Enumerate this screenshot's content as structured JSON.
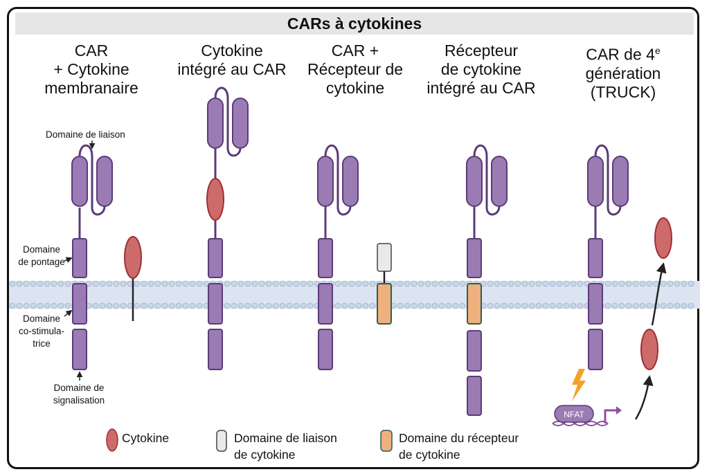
{
  "title": "CARs à cytokines",
  "columns": [
    {
      "line1": "CAR",
      "line2": "+ Cytokine",
      "line3": "membranaire"
    },
    {
      "line1": "Cytokine",
      "line2": "intégré au CAR",
      "line3": ""
    },
    {
      "line1": "CAR +",
      "line2": "Récepteur de",
      "line3": "cytokine"
    },
    {
      "line1": "Récepteur",
      "line2": "de cytokine",
      "line3": "intégré au CAR"
    },
    {
      "line1": "CAR de 4",
      "sup": "e",
      "line2": "génération",
      "line3": "(TRUCK)"
    }
  ],
  "annotations": {
    "binding_domain": "Domaine de liaison",
    "hinge_1": "Domaine",
    "hinge_2": "de pontage",
    "costim_1": "Domaine",
    "costim_2": "co-stimula-",
    "costim_3": "trice",
    "signal_1": "Domaine de",
    "signal_2": "signalisation",
    "nfat": "NFAT"
  },
  "legend": {
    "cytokine": "Cytokine",
    "binding_1": "Domaine de liaison",
    "binding_2": "de cytokine",
    "receptor_1": "Domaine du récepteur",
    "receptor_2": "de cytokine"
  },
  "colors": {
    "car_purple": "#9b7bb3",
    "car_outline": "#5b3a78",
    "cytokine_red": "#cd6a6a",
    "cytokine_outline": "#9e2f35",
    "receptor_orange": "#eeb07c",
    "receptor_outline": "#2f5f4f",
    "binder_grey": "#e9e9e9",
    "membrane_blue": "#c9d6e8",
    "nfat_purple": "#9b7bb3",
    "bolt_orange": "#f4a12a"
  }
}
